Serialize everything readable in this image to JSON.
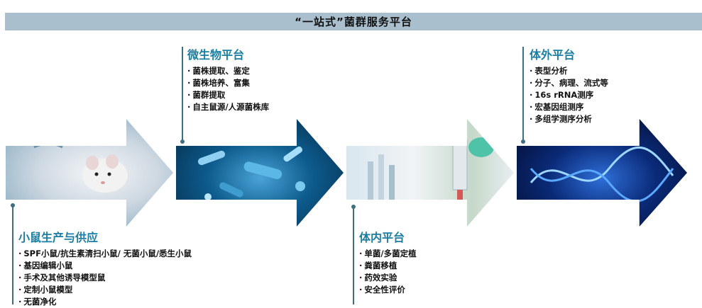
{
  "header": {
    "title": "“一站式”菌群服务平台"
  },
  "sections": [
    {
      "title": "小鼠生产与供应",
      "items": [
        "SPF小鼠/抗生素清扫小鼠/ 无菌小鼠/悉生小鼠",
        "基因编辑小鼠",
        "手术及其他诱导模型鼠",
        "定制小鼠模型",
        "无菌净化"
      ]
    },
    {
      "title": "微生物平台",
      "items": [
        "菌株提取、鉴定",
        "菌株培养、富集",
        "菌群提取",
        "自主鼠源/人源菌株库"
      ]
    },
    {
      "title": "体内平台",
      "items": [
        "单菌/多菌定植",
        "粪菌移植",
        "药效实验",
        "安全性评价"
      ]
    },
    {
      "title": "体外平台",
      "items": [
        "表型分析",
        "分子、病理、流式等",
        "16s rRNA测序",
        "宏基因组测序",
        "多组学测序分析"
      ]
    }
  ],
  "colors": {
    "banner": "#a9bfcd",
    "section_title": "#1a7fa3",
    "pin": "#3f6f7f"
  }
}
